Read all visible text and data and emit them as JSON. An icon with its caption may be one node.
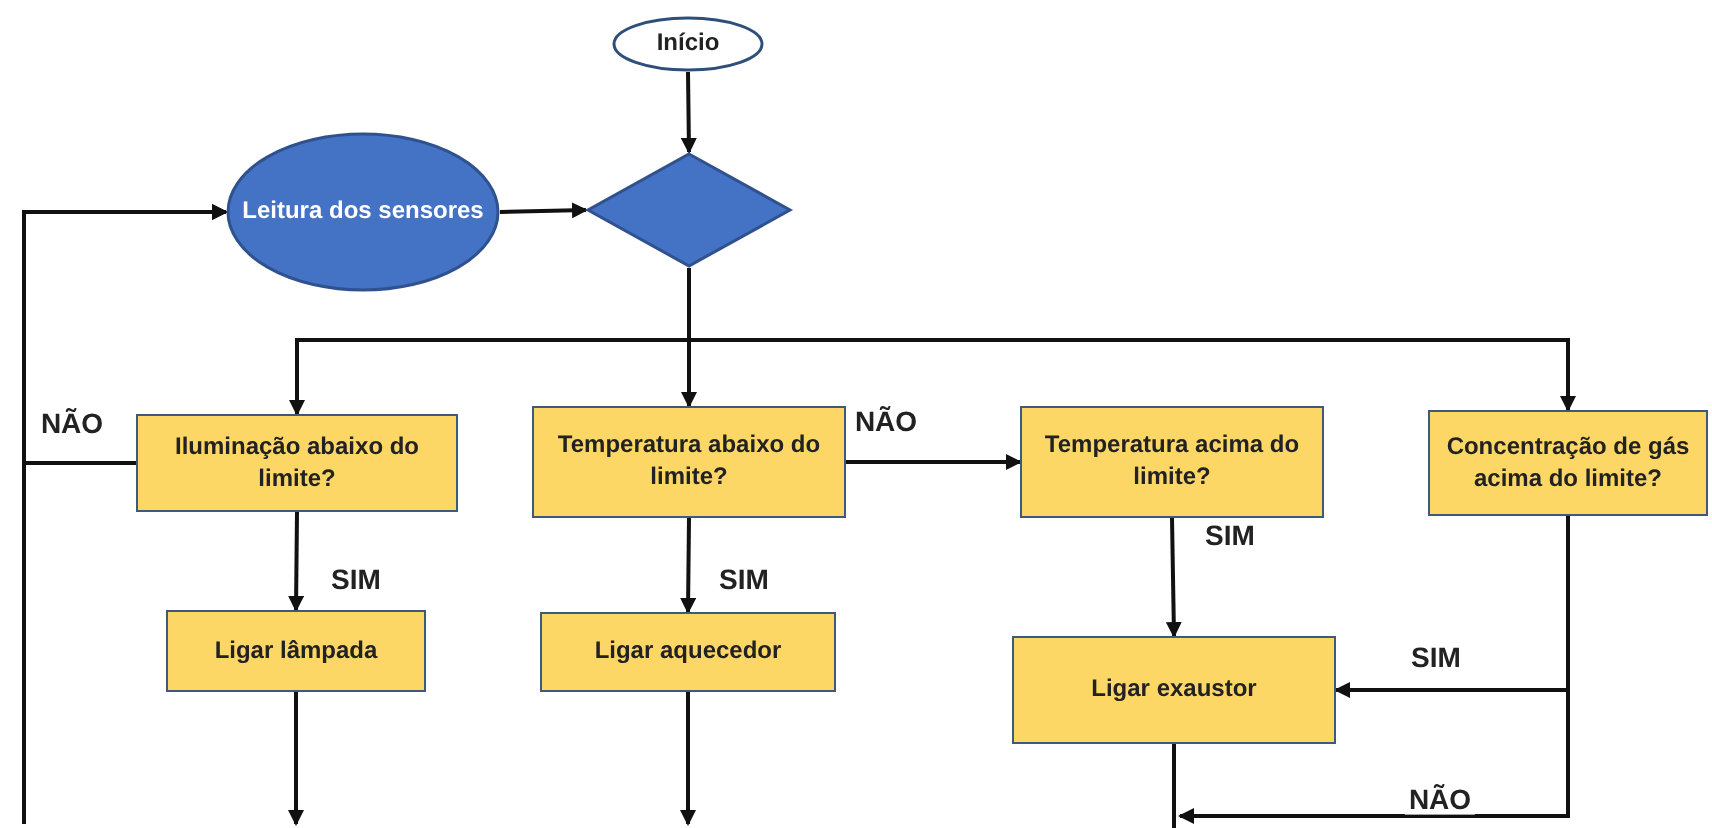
{
  "diagram": {
    "nodes": [
      {
        "text": [
          "Início"
        ]
      },
      {
        "text": [
          "Leitura dos sensores"
        ]
      },
      {
        "text": [],
        "shape": "diamond"
      },
      {
        "text": [
          "Iluminação abaixo do limite?"
        ]
      },
      {
        "text": [
          "Temperatura abaixo do limite?"
        ]
      },
      {
        "text": [
          "Temperatura acima do limite?"
        ]
      },
      {
        "text": [
          "Concentração de gás acima do limite?"
        ]
      },
      {
        "text": [
          "Ligar lâmpada"
        ]
      },
      {
        "text": [
          "Ligar aquecedor"
        ]
      },
      {
        "text": [
          "Ligar exaustor"
        ]
      }
    ],
    "edges": [
      {
        "from": 0,
        "to": 2,
        "arrow": "to"
      },
      {
        "from": 1,
        "to": 2,
        "arrow": "to"
      },
      {
        "from": 2,
        "to": 3,
        "arrow": "to"
      },
      {
        "from": 2,
        "to": 4,
        "arrow": "to"
      },
      {
        "from": 2,
        "to": 6,
        "arrow": "to"
      },
      {
        "from": 3,
        "to": 1,
        "arrow": "to",
        "label": "NÃO"
      },
      {
        "from": null,
        "to": 1,
        "arrow": "to"
      },
      {
        "from": 3,
        "to": 7,
        "arrow": "to",
        "label": "SIM"
      },
      {
        "from": 4,
        "to": 8,
        "arrow": "to",
        "label": "SIM"
      },
      {
        "from": 4,
        "to": 5,
        "arrow": "to",
        "label": "NÃO"
      },
      {
        "from": 5,
        "to": 9,
        "arrow": "to",
        "label": "SIM"
      },
      {
        "from": 6,
        "to": 9,
        "arrow": "to",
        "label": "SIM"
      },
      {
        "from": 6,
        "to": null,
        "arrow": "to",
        "label": "NÃO"
      },
      {
        "from": 7,
        "to": null,
        "arrow": "to"
      },
      {
        "from": 8,
        "to": null,
        "arrow": "to"
      },
      {
        "from": 9,
        "to": null,
        "arrow": "none"
      }
    ]
  }
}
